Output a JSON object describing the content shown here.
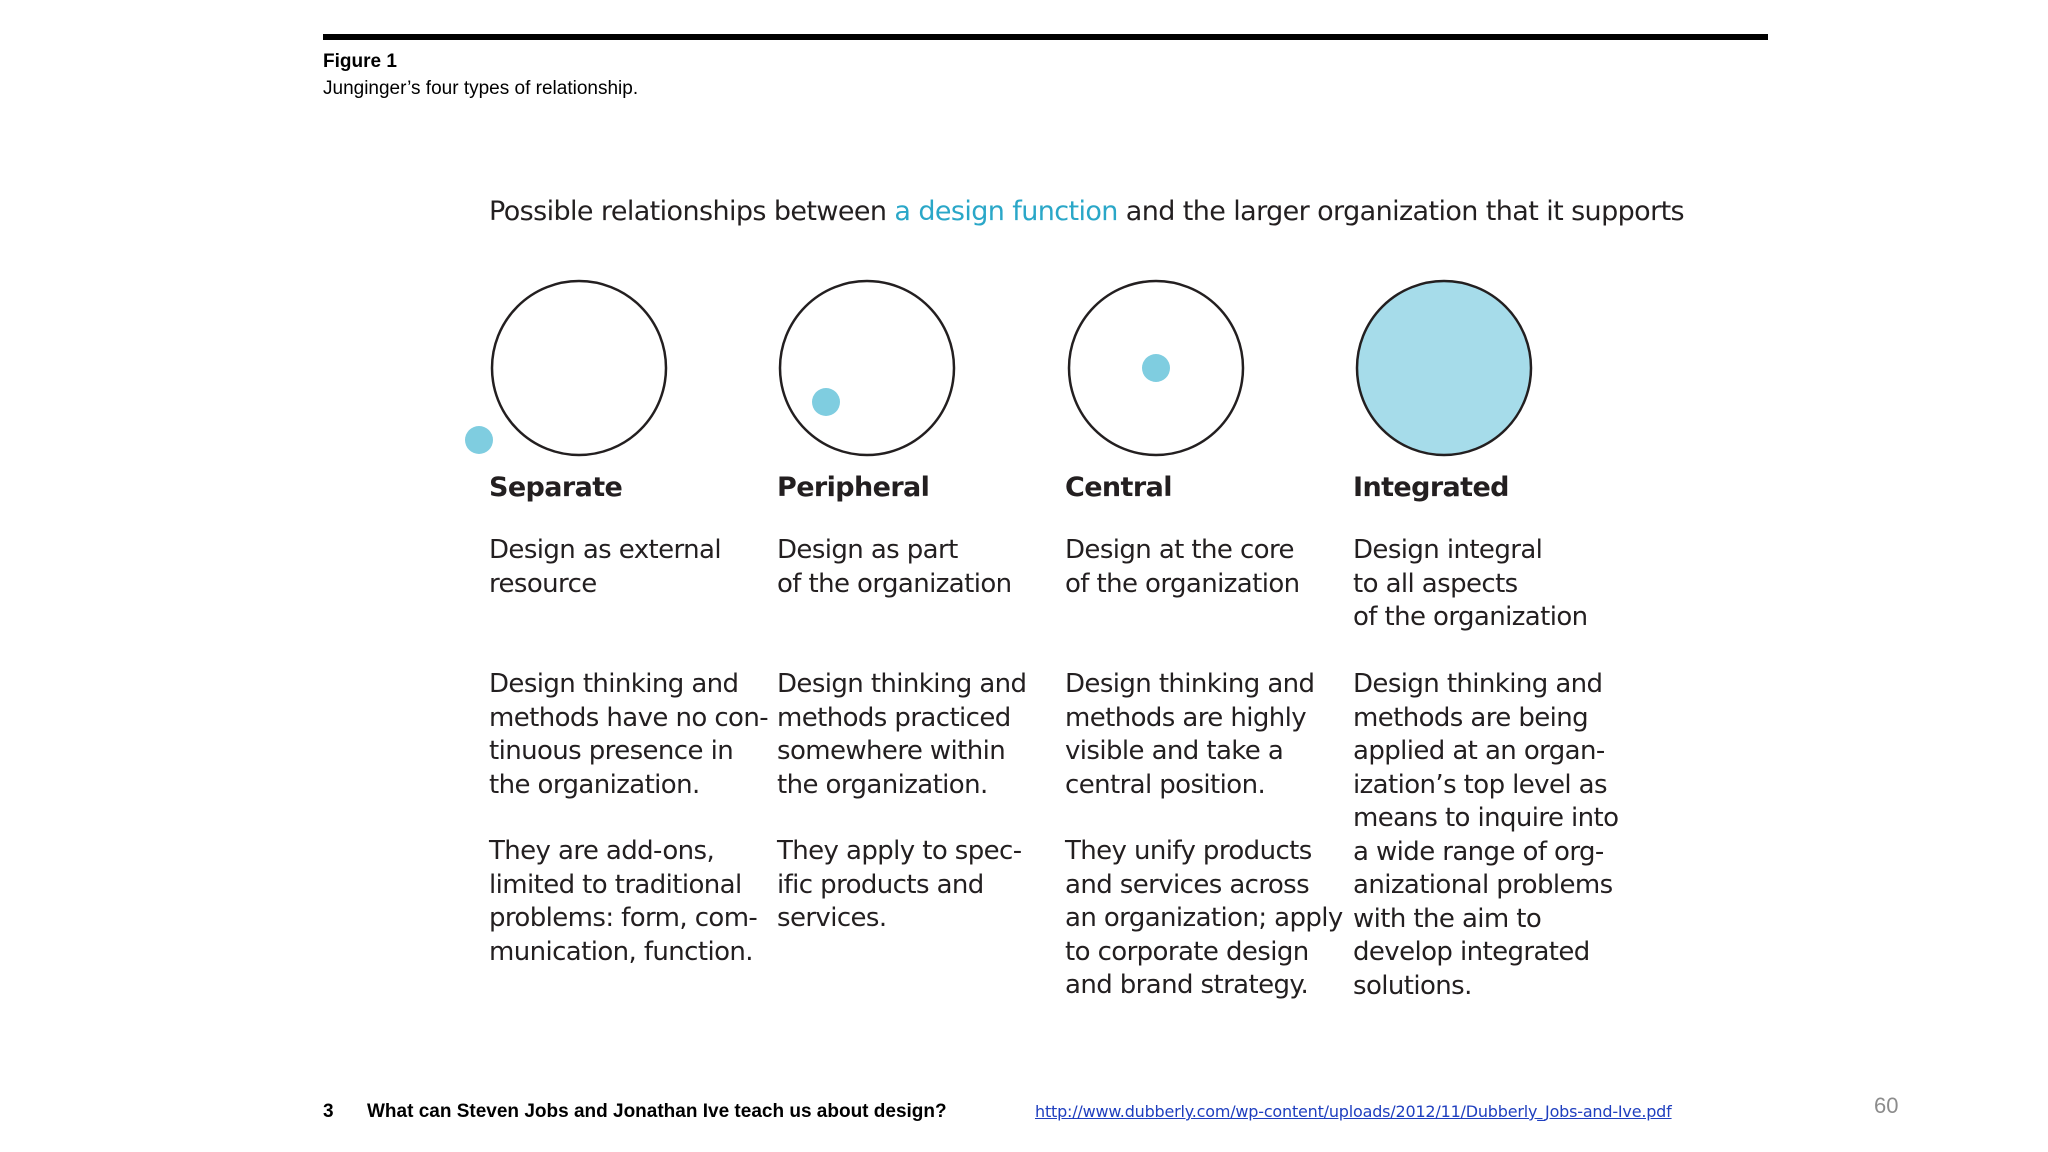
{
  "figure": {
    "label": "Figure 1",
    "caption": "Junginger’s four types of relationship."
  },
  "diagram": {
    "title_before": "Possible relationships between ",
    "title_highlight": "a design function",
    "title_after": " and the larger organization that it supports",
    "highlight_color": "#2aa7c8",
    "circle_fill_color": "#a6dcea",
    "dot_color": "#7fcde0",
    "columns": [
      {
        "heading": "Separate",
        "subtitle": "Design as external\nresource",
        "body1": "Design thinking and\nmethods have no con-\ntinuous presence in\nthe organization.",
        "body2": "They are add-ons,\nlimited to traditional\nproblems: form, com-\nmunication, function."
      },
      {
        "heading": "Peripheral",
        "subtitle": "Design as part\nof the organization",
        "body1": "Design thinking and\nmethods practiced\nsomewhere within\nthe organization.",
        "body2": "They apply to spec-\nific products and\nservices."
      },
      {
        "heading": "Central",
        "subtitle": "Design at the core\nof the organization",
        "body1": "Design thinking and\nmethods are highly\nvisible and take a\ncentral position.",
        "body2": "They unify products\nand services across\nan organization; apply\nto corporate design\nand brand strategy."
      },
      {
        "heading": "Integrated",
        "subtitle": "Design integral\nto all aspects\nof the organization",
        "body1": "Design thinking and\nmethods are being\napplied at an organ-\nization’s top level as\nmeans to inquire into\na wide range of org-\nanizational problems\nwith the aim to\ndevelop integrated\nsolutions.",
        "body2": ""
      }
    ]
  },
  "footer": {
    "page_number": "3",
    "title": "What can Steven Jobs and Jonathan Ive teach us about design?",
    "link": "http://www.dubberly.com/wp-content/uploads/2012/11/Dubberly_Jobs-and-Ive.pdf"
  },
  "slide_number": "60"
}
